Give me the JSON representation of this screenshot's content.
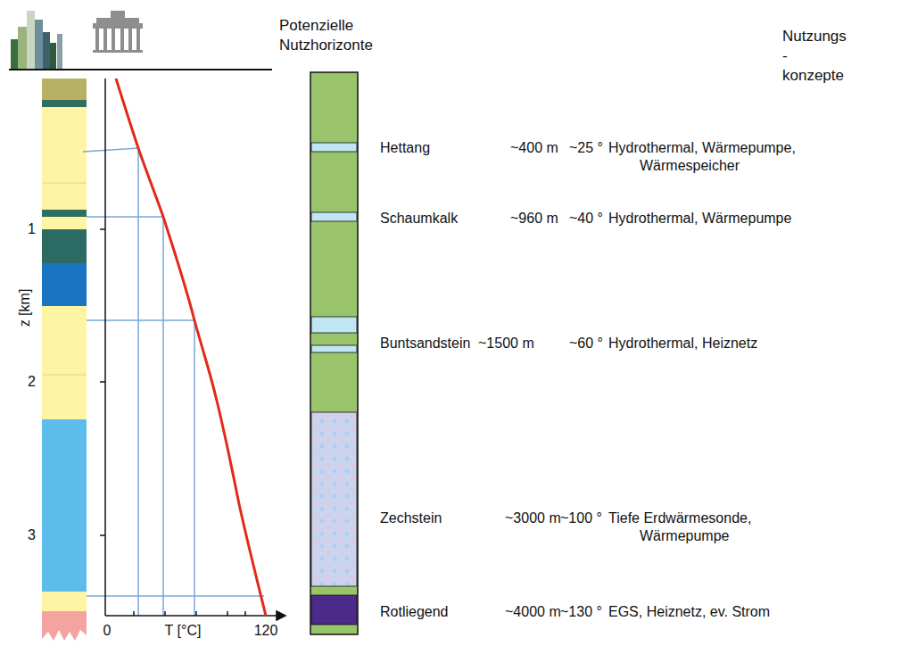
{
  "diagram": {
    "labels": [
      "Potenzielle Nutzhorizonte",
      "Nutzungs -konzepte",
      "Hettang",
      "~400 m",
      "~25 °",
      "Hydrothermal, Wärmepumpe, Wärmespeicher",
      "Schaumkalk",
      "~960 m",
      "~40 °",
      "Hydrothermal, Wärmepumpe",
      "Buntsandstein",
      "~1500 m",
      "~60 °",
      "Hydrothermal, Heiznetz",
      "Zechstein",
      "~3000 m",
      "~100 °",
      "Tiefe Erdwärmesonde, Wärmepumpe",
      "Rotliegend",
      "~4000 m",
      "~130 °",
      "EGS, Heiznetz, ev. Strom",
      "z [km]",
      "1",
      "2",
      "3",
      "0",
      "T [°C]",
      "120"
    ]
  }
}
